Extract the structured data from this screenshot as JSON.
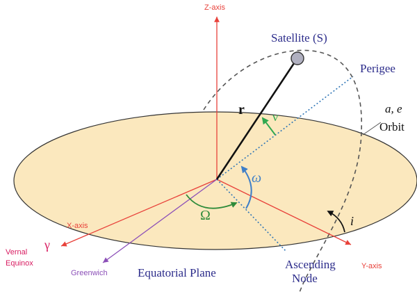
{
  "labels": {
    "z_axis": "Z-axis",
    "x_axis": "X-axis",
    "y_axis": "Y-axis",
    "satellite": "Satellite (S)",
    "perigee": "Perigee",
    "orbit_elements": "a, e",
    "orbit": "Orbit",
    "radius": "r",
    "true_anomaly": "ν",
    "arg_perigee": "ω",
    "raan": "Ω",
    "inclination": "i",
    "vernal_symbol": "γ",
    "vernal_line1": "Vernal",
    "vernal_line2": "Equinox",
    "greenwich": "Greenwich",
    "equatorial_plane": "Equatorial Plane",
    "ascending_line1": "Ascending",
    "ascending_line2": "Node"
  },
  "colors": {
    "plane_fill": "#fbe8be",
    "axis_red": "#e8413a",
    "greenwich_purple": "#8c50b8",
    "dotted_blue": "#2e75b6",
    "nu_green": "#2fa84f",
    "omega_blue": "#3f7fc8",
    "raan_green": "#2e8b3a",
    "label_navy": "#2b2b8a",
    "vernal_pink": "#d81b60",
    "orbit_gray": "#555555",
    "satellite_fill": "#b0b0c0"
  }
}
